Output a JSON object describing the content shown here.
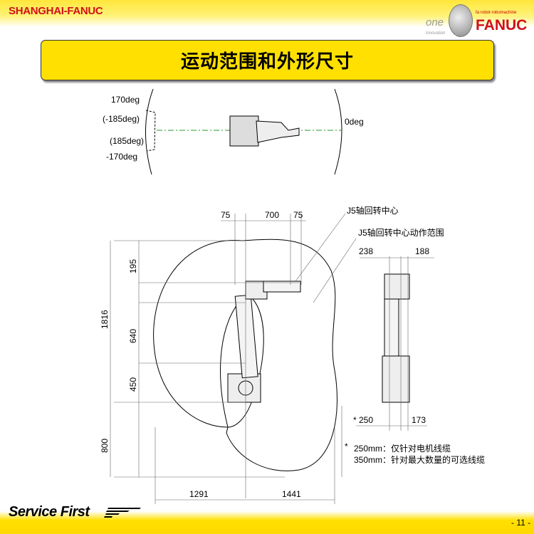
{
  "header": {
    "brand": "SHANGHAI-FANUC",
    "logo": {
      "one": "one",
      "innovation": "innovation",
      "tagline": "fa·robot·robomachine",
      "fanuc": "FANUC"
    }
  },
  "title": "运动范围和外形尺寸",
  "top_view": {
    "angles": [
      "170deg",
      "(-185deg)",
      "(185deg)",
      "-170deg",
      "0deg"
    ]
  },
  "side_view": {
    "horizontal_dims": [
      "75",
      "700",
      "75"
    ],
    "vertical_dims": [
      "195",
      "640",
      "450",
      "800"
    ],
    "total_height": "1816",
    "bottom_dims": [
      "1291",
      "1441"
    ],
    "labels": {
      "j5_center": "J5轴回转中心",
      "j5_range": "J5轴回转中心动作范围"
    }
  },
  "front_view": {
    "top_dims": [
      "238",
      "188"
    ],
    "bottom_dims": [
      "* 250",
      "173"
    ]
  },
  "notes": {
    "star": "*",
    "line1": "250mm：仅针对电机线缆",
    "line2": "350mm：针对最大数量的可选线缆"
  },
  "footer": {
    "slogan": "Service First",
    "page": "- 11 -"
  }
}
